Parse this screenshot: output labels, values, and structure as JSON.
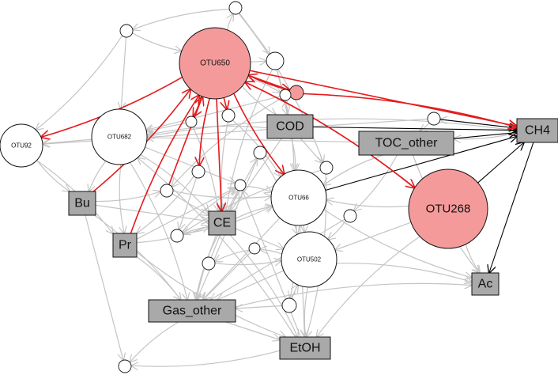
{
  "colors": {
    "background": "#ffffff",
    "edge_gray": "#c4c4c4",
    "edge_red": "#e41a1c",
    "edge_black": "#000000",
    "circle_fill": "#ffffff",
    "highlight_fill": "#f59a9a",
    "box_fill": "#a9a9a9",
    "outline": "#111111"
  },
  "nodes": [
    {
      "id": "OTU650",
      "label": "OTU650",
      "shape": "circle",
      "highlight": true
    },
    {
      "id": "OTU268",
      "label": "OTU268",
      "shape": "circle",
      "highlight": true
    },
    {
      "id": "OTU92",
      "label": "OTU92",
      "shape": "circle",
      "highlight": false
    },
    {
      "id": "OTU682",
      "label": "OTU682",
      "shape": "circle",
      "highlight": false
    },
    {
      "id": "OTU66",
      "label": "OTU66",
      "shape": "circle",
      "highlight": false
    },
    {
      "id": "OTU502",
      "label": "OTU502",
      "shape": "circle",
      "highlight": false
    },
    {
      "id": "COD",
      "label": "COD",
      "shape": "box"
    },
    {
      "id": "TOC_other",
      "label": "TOC_other",
      "shape": "box"
    },
    {
      "id": "CH4",
      "label": "CH4",
      "shape": "box"
    },
    {
      "id": "Bu",
      "label": "Bu",
      "shape": "box"
    },
    {
      "id": "Pr",
      "label": "Pr",
      "shape": "box"
    },
    {
      "id": "CE",
      "label": "CE",
      "shape": "box"
    },
    {
      "id": "Ac",
      "label": "Ac",
      "shape": "box"
    },
    {
      "id": "Gas_other",
      "label": "Gas_other",
      "shape": "box"
    },
    {
      "id": "EtOH",
      "label": "EtOH",
      "shape": "box"
    }
  ],
  "small_nodes": [
    "s_top",
    "s_ul",
    "s_r1",
    "s_pink",
    "s_a",
    "s_b",
    "s_c",
    "s_d",
    "s_e",
    "s_f",
    "s_g",
    "s_h",
    "s_i",
    "s_j",
    "s_k",
    "s_l",
    "s_m",
    "s_n",
    "s_bl"
  ],
  "highlight_small_nodes": [
    "s_pink"
  ],
  "red_edges": [
    [
      "OTU650",
      "OTU92"
    ],
    [
      "OTU650",
      "CE"
    ],
    [
      "OTU650",
      "OTU66"
    ],
    [
      "OTU650",
      "OTU268"
    ],
    [
      "OTU650",
      "CH4"
    ],
    [
      "OTU650",
      "s_pink"
    ],
    [
      "OTU650",
      "s_a"
    ],
    [
      "OTU650",
      "s_b"
    ],
    [
      "OTU650",
      "s_d"
    ],
    [
      "s_pink",
      "CH4"
    ],
    [
      "s_pink",
      "OTU650"
    ],
    [
      "Bu",
      "OTU650"
    ],
    [
      "Pr",
      "OTU650"
    ],
    [
      "s_c",
      "OTU650"
    ],
    [
      "OTU268",
      "OTU650"
    ]
  ],
  "black_edges": [
    [
      "COD",
      "CH4"
    ],
    [
      "TOC_other",
      "CH4"
    ],
    [
      "OTU268",
      "CH4"
    ],
    [
      "CH4",
      "Ac"
    ],
    [
      "OTU66",
      "CH4"
    ],
    [
      "s_r1",
      "CH4"
    ]
  ],
  "gray_edges": [
    [
      "OTU650",
      "s_top"
    ],
    [
      "s_ul",
      "OTU682"
    ],
    [
      "s_ul",
      "OTU650"
    ],
    [
      "s_ul",
      "OTU92"
    ],
    [
      "OTU682",
      "OTU92"
    ],
    [
      "OTU682",
      "Bu"
    ],
    [
      "OTU682",
      "CE"
    ],
    [
      "OTU682",
      "s_l"
    ],
    [
      "OTU682",
      "Pr"
    ],
    [
      "OTU682",
      "Gas_other"
    ],
    [
      "s_top",
      "s_k"
    ],
    [
      "OTU92",
      "Bu"
    ],
    [
      "OTU92",
      "Pr"
    ],
    [
      "Bu",
      "CE"
    ],
    [
      "Bu",
      "s_c"
    ],
    [
      "Bu",
      "Gas_other"
    ],
    [
      "Bu",
      "s_bl"
    ],
    [
      "Pr",
      "CE"
    ],
    [
      "Pr",
      "Gas_other"
    ],
    [
      "Pr",
      "s_l"
    ],
    [
      "Pr",
      "EtOH"
    ],
    [
      "CE",
      "OTU66"
    ],
    [
      "CE",
      "OTU502"
    ],
    [
      "CE",
      "Gas_other"
    ],
    [
      "CE",
      "EtOH"
    ],
    [
      "CE",
      "s_j"
    ],
    [
      "CE",
      "s_e"
    ],
    [
      "OTU66",
      "OTU502"
    ],
    [
      "OTU66",
      "EtOH"
    ],
    [
      "OTU66",
      "Ac"
    ],
    [
      "OTU66",
      "s_n"
    ],
    [
      "OTU66",
      "Gas_other"
    ],
    [
      "OTU502",
      "EtOH"
    ],
    [
      "OTU502",
      "Ac"
    ],
    [
      "OTU502",
      "Gas_other"
    ],
    [
      "OTU502",
      "s_m"
    ],
    [
      "COD",
      "OTU66"
    ],
    [
      "COD",
      "CE"
    ],
    [
      "COD",
      "OTU682"
    ],
    [
      "COD",
      "s_i"
    ],
    [
      "COD",
      "s_h"
    ],
    [
      "TOC_other",
      "OTU66"
    ],
    [
      "TOC_other",
      "s_g"
    ],
    [
      "TOC_other",
      "OTU682"
    ],
    [
      "TOC_other",
      "Ac"
    ],
    [
      "CH4",
      "TOC_other"
    ],
    [
      "CH4",
      "s_r1"
    ],
    [
      "CH4",
      "OTU682"
    ],
    [
      "s_r1",
      "TOC_other"
    ],
    [
      "s_r1",
      "OTU92"
    ],
    [
      "OTU268",
      "Ac"
    ],
    [
      "OTU268",
      "OTU66"
    ],
    [
      "OTU268",
      "OTU502"
    ],
    [
      "OTU268",
      "EtOH"
    ],
    [
      "Gas_other",
      "Ac"
    ],
    [
      "Gas_other",
      "EtOH"
    ],
    [
      "Gas_other",
      "s_bl"
    ],
    [
      "EtOH",
      "s_bl"
    ],
    [
      "EtOH",
      "s_l"
    ],
    [
      "EtOH",
      "OTU682"
    ],
    [
      "s_k",
      "OTU66"
    ],
    [
      "s_k",
      "COD"
    ],
    [
      "s_k",
      "CE"
    ],
    [
      "s_a",
      "CE"
    ],
    [
      "s_a",
      "OTU682"
    ],
    [
      "s_b",
      "CE"
    ],
    [
      "s_b",
      "OTU66"
    ],
    [
      "s_c",
      "CE"
    ],
    [
      "s_c",
      "OTU66"
    ],
    [
      "s_d",
      "Pr"
    ],
    [
      "s_d",
      "s_e"
    ],
    [
      "s_e",
      "OTU66"
    ],
    [
      "s_e",
      "s_l"
    ],
    [
      "s_f",
      "s_l"
    ],
    [
      "s_f",
      "OTU502"
    ],
    [
      "s_g",
      "OTU502"
    ],
    [
      "s_g",
      "Gas_other"
    ],
    [
      "s_h",
      "s_e"
    ],
    [
      "s_h",
      "EtOH"
    ],
    [
      "s_i",
      "OTU682"
    ],
    [
      "s_i",
      "s_c"
    ],
    [
      "s_j",
      "OTU502"
    ],
    [
      "s_j",
      "Gas_other"
    ],
    [
      "s_l",
      "Gas_other"
    ],
    [
      "s_l",
      "OTU66"
    ],
    [
      "s_m",
      "Gas_other"
    ],
    [
      "s_m",
      "s_f"
    ],
    [
      "s_n",
      "OTU502"
    ],
    [
      "s_n",
      "Gas_other"
    ],
    [
      "s_top",
      "s_ul"
    ],
    [
      "s_top",
      "s_h"
    ],
    [
      "OTU650",
      "s_k"
    ],
    [
      "OTU650",
      "COD"
    ],
    [
      "OTU650",
      "s_i"
    ]
  ]
}
